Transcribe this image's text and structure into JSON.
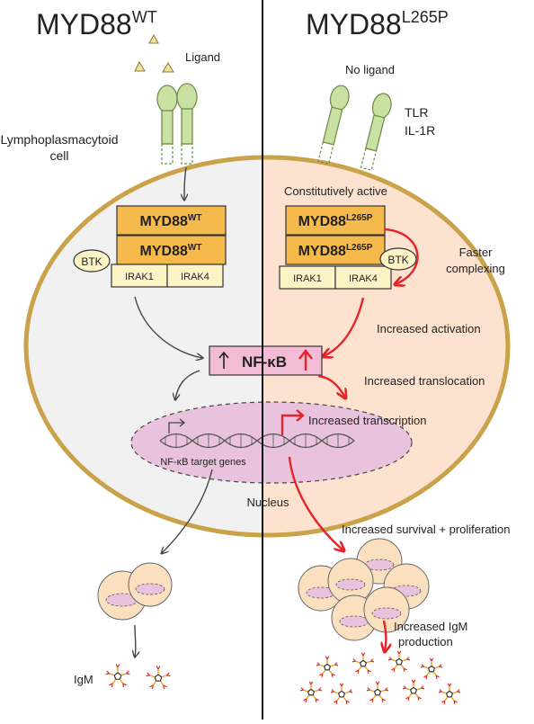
{
  "titles": {
    "left": {
      "base": "MYD88",
      "sup": "WT"
    },
    "right": {
      "base": "MYD88",
      "sup": "L265P"
    }
  },
  "left_panel": {
    "ligand_label": "Ligand",
    "cell_label_line1": "Lymphoplasmacytoid",
    "cell_label_line2": "cell",
    "myd88_box1": {
      "base": "MYD88",
      "sup": "WT"
    },
    "myd88_box2": {
      "base": "MYD88",
      "sup": "WT"
    },
    "btk": "BTK",
    "irak1": "IRAK1",
    "irak4": "IRAK4",
    "target_genes": "NF-κB target genes",
    "igm": "IgM"
  },
  "right_panel": {
    "no_ligand": "No ligand",
    "receptor_line1": "TLR",
    "receptor_line2": "IL-1R",
    "constitutive": "Constitutively active",
    "myd88_box1": {
      "base": "MYD88",
      "sup": "L265P"
    },
    "myd88_box2": {
      "base": "MYD88",
      "sup": "L265P"
    },
    "btk": "BTK",
    "irak1": "IRAK1",
    "irak4": "IRAK4",
    "faster_line1": "Faster",
    "faster_line2": "complexing",
    "increased_activation": "Increased activation",
    "increased_translocation": "Increased translocation",
    "increased_transcription": "Increased transcription",
    "survival": "Increased survival + proliferation",
    "igm_line1": "Increased IgM",
    "igm_line2": "production"
  },
  "center": {
    "nfkb": "NF-κB",
    "nucleus": "Nucleus"
  },
  "colors": {
    "left_cell_fill": "#f1f1f2",
    "right_cell_fill": "#fde3cf",
    "cell_border": "#c9a24a",
    "myd88_fill": "#f5b94c",
    "irak_fill": "#fdf4c6",
    "receptor_fill": "#c9e2a3",
    "receptor_stroke": "#6f8f4a",
    "nfkb_fill": "#f3bcd6",
    "nucleus_fill": "#e9c3dd",
    "arrow_red": "#e5232a",
    "arrow_grey": "#444444",
    "daughter_cell_fill": "#fbe0c0"
  }
}
